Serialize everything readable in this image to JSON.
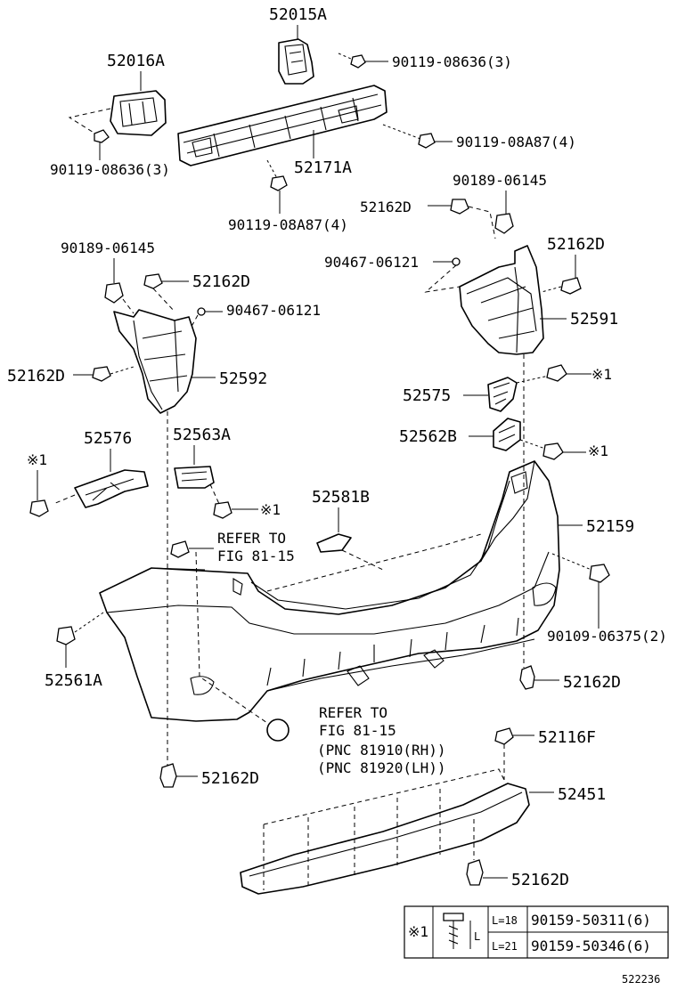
{
  "labels": {
    "p52015A": "52015A",
    "p52016A": "52016A",
    "b9011908636_top": "90119-08636(3)",
    "b9011908636_left": "90119-08636(3)",
    "b9011908A87_right": "90119-08A87(4)",
    "b9011908A87_bottom": "90119-08A87(4)",
    "p52171A": "52171A",
    "c9018906145_right": "90189-06145",
    "c9018906145_left": "90189-06145",
    "c52162D_1": "52162D",
    "c52162D_2": "52162D",
    "c52162D_3": "52162D",
    "c52162D_4": "52162D",
    "c52162D_5": "52162D",
    "c52162D_6": "52162D",
    "c52162D_7": "52162D",
    "n9046706121_right": "90467-06121",
    "n9046706121_left": "90467-06121",
    "p52591": "52591",
    "p52592": "52592",
    "p52575": "52575",
    "p52562B": "52562B",
    "p52576": "52576",
    "p52563A": "52563A",
    "p52581B": "52581B",
    "p52159": "52159",
    "refer1_line1": "REFER TO",
    "refer1_line2": "FIG 81-15",
    "refer2_line1": "REFER TO",
    "refer2_line2": "FIG 81-15",
    "pnc_rh": "(PNC 81910(RH))",
    "pnc_lh": "(PNC 81920(LH))",
    "b9010906375": "90109-06375(2)",
    "p52561A": "52561A",
    "p52116F": "52116F",
    "p52451": "52451",
    "mark": "※1",
    "mark_a": "※1",
    "mark_b": "※1",
    "mark_c": "※1",
    "mark_d": "※1",
    "diagram_id": "522236"
  },
  "legend_table": {
    "mark": "※1",
    "dimension_label": "L",
    "rows": [
      {
        "length": "L=18",
        "part": "90159-50311(6)"
      },
      {
        "length": "L=21",
        "part": "90159-50346(6)"
      }
    ]
  }
}
